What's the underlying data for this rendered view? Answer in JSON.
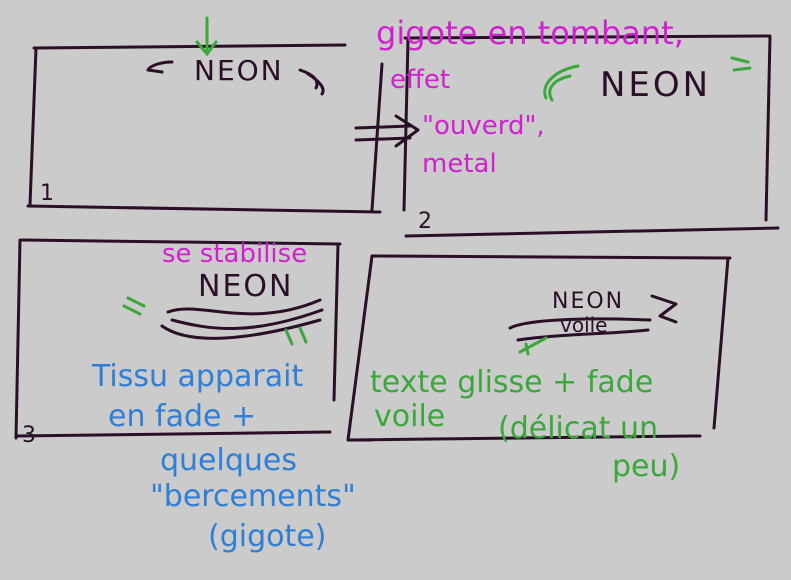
{
  "colors": {
    "background": "#cbcbcb",
    "ink": "#2b0f29",
    "magenta": "#d21fd0",
    "blue": "#2f7fd6",
    "green": "#3aa83a"
  },
  "panels": [
    {
      "number": "1",
      "title": "NEON"
    },
    {
      "number": "2",
      "title": "NEON"
    },
    {
      "number": "3",
      "title": "NEON"
    },
    {
      "number": "",
      "title": "NEON",
      "subtitle": "voile"
    }
  ],
  "notes": {
    "top_right": [
      "gigote en tombant,",
      "effet",
      "\"ouverd\",",
      "metal"
    ],
    "panel3_label": "se stabilise",
    "panel3_blue": [
      "Tissu apparait",
      "en fade +",
      "quelques",
      "\"bercements\"",
      "(gigote)"
    ],
    "panel4_green": [
      "texte glisse + fade",
      "voile",
      "(délicat un",
      "peu)"
    ]
  }
}
